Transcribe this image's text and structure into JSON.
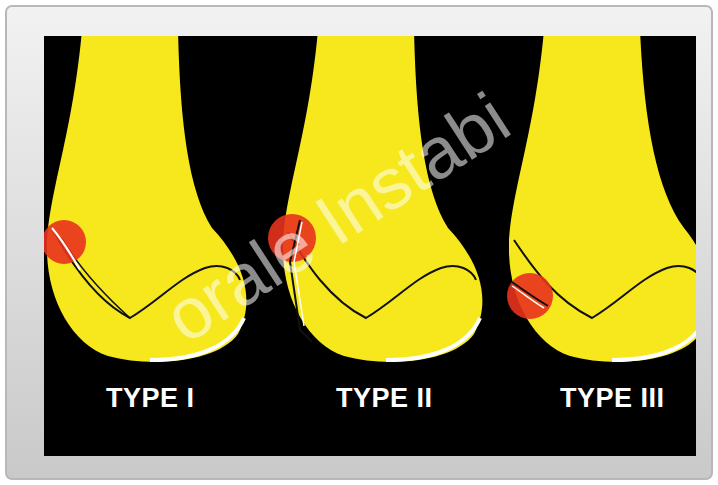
{
  "diagram": {
    "labels": [
      "TYPE I",
      "TYPE II",
      "TYPE III",
      "orale Instabi"
    ]
  }
}
